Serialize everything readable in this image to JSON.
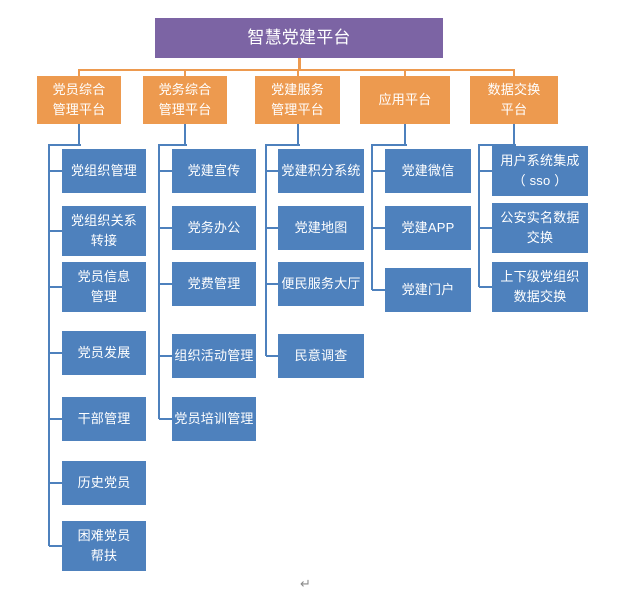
{
  "diagram": {
    "title": "智慧党建平台",
    "root": {
      "label": "智慧党建平台",
      "color": "#7C64A4",
      "text_color": "#FFFFFF"
    },
    "connector_colors": {
      "root_to_platform": "#ED9A4F",
      "platform_to_module": "#4E81BD"
    },
    "platform_color": "#ED9A4F",
    "module_color": "#4E81BD",
    "footer_mark": "↵",
    "columns": [
      {
        "platform": {
          "line1": "党员综合",
          "line2": "管理平台"
        },
        "modules": [
          {
            "line1": "党组织管理",
            "line2": ""
          },
          {
            "line1": "党组织关系",
            "line2": "转接"
          },
          {
            "line1": "党员信息",
            "line2": "管理"
          },
          {
            "line1": "党员发展",
            "line2": ""
          },
          {
            "line1": "干部管理",
            "line2": ""
          },
          {
            "line1": "历史党员",
            "line2": ""
          },
          {
            "line1": "困难党员",
            "line2": "帮扶"
          }
        ]
      },
      {
        "platform": {
          "line1": "党务综合",
          "line2": "管理平台"
        },
        "modules": [
          {
            "line1": "党建宣传",
            "line2": ""
          },
          {
            "line1": "党务办公",
            "line2": ""
          },
          {
            "line1": "党费管理",
            "line2": ""
          },
          {
            "line1": "组织活动管理",
            "line2": ""
          },
          {
            "line1": "党员培训管理",
            "line2": ""
          }
        ]
      },
      {
        "platform": {
          "line1": "党建服务",
          "line2": "管理平台"
        },
        "modules": [
          {
            "line1": "党建积分系统",
            "line2": ""
          },
          {
            "line1": "党建地图",
            "line2": ""
          },
          {
            "line1": "便民服务大厅",
            "line2": ""
          },
          {
            "line1": "民意调查",
            "line2": ""
          }
        ]
      },
      {
        "platform": {
          "line1": "应用平台",
          "line2": ""
        },
        "modules": [
          {
            "line1": "党建微信",
            "line2": ""
          },
          {
            "line1": "党建APP",
            "line2": ""
          },
          {
            "line1": "党建门户",
            "line2": ""
          }
        ]
      },
      {
        "platform": {
          "line1": "数据交换",
          "line2": "平台"
        },
        "modules": [
          {
            "line1": "用户系统集成",
            "line2": "（ sso ）"
          },
          {
            "line1": "公安实名数据",
            "line2": "交换"
          },
          {
            "line1": "上下级党组织",
            "line2": "数据交换"
          }
        ]
      }
    ]
  }
}
